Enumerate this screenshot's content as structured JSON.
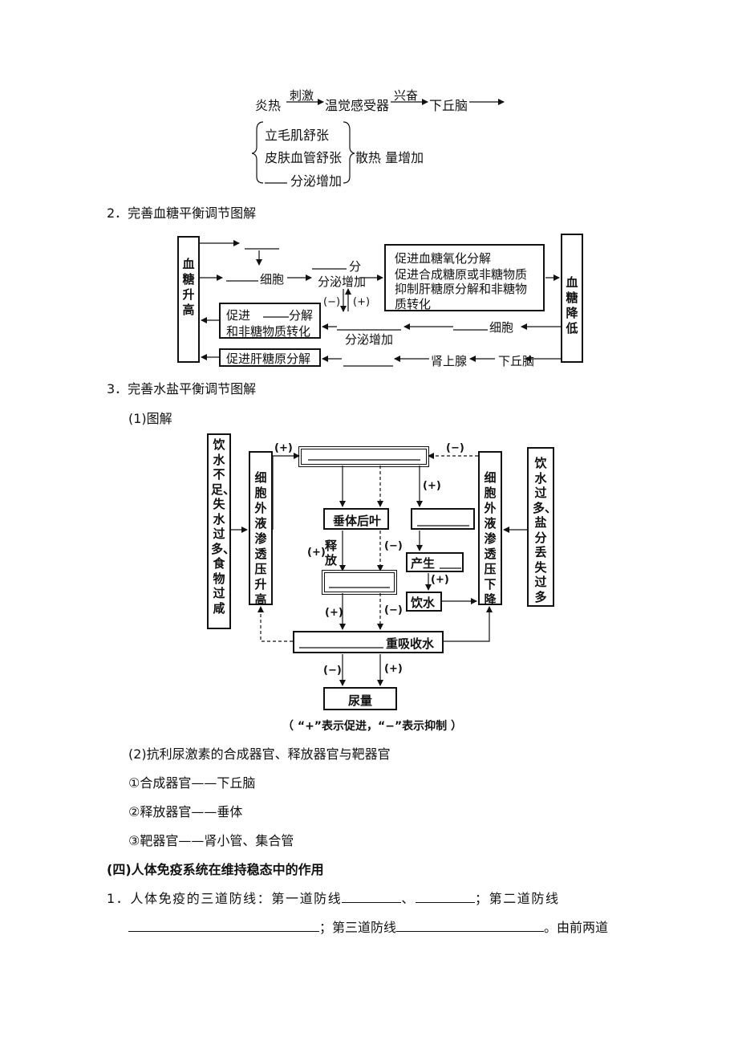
{
  "heat": {
    "start": "炎热",
    "arrow1": "刺激",
    "receptor": "温觉感受器",
    "arrow2": "兴奋",
    "center": "下丘脑",
    "items": [
      "立毛肌舒张",
      "皮肤血管舒张",
      "分泌增加"
    ],
    "result": "散热 量增加"
  },
  "sec2": {
    "title": "2．完善血糖平衡调节图解",
    "left": "血糖升高",
    "right": "血糖降低",
    "cell": "细胞",
    "secretion": "分泌增加",
    "fen": "分",
    "effects": [
      "促进血糖氧化分解",
      "促进合成糖原或非糖物质",
      "抑制肝糖原分解和非糖物",
      "质转化"
    ],
    "minus": "(−)",
    "plus": "(+)",
    "promote_a": "促进",
    "promote_b": "分解",
    "promote_c": "和非糖物质转化",
    "secretion2": "分泌增加",
    "cell2": "细胞",
    "liver": "促进肝糖原分解",
    "adrenal": "肾上腺",
    "hypo": "下丘脑"
  },
  "sec3": {
    "title": "3．完善水盐平衡调节图解",
    "sub1": "(1)图解",
    "left_cause": "饮水不足、失水过多、食物过咸",
    "left_box": "细胞外液渗透压升高",
    "right_box": "细胞外液渗透压下降",
    "right_cause": "饮水过多、盐分丢失过多",
    "pituitary": "垂体后叶",
    "release": "释放",
    "produce": "产生",
    "drink": "饮水",
    "reabsorb": "重吸收水",
    "urine": "尿量",
    "plus": "(+)",
    "minus": "(−)",
    "legend": "（ “+”表示促进，“−”表示抑制 ）",
    "sub2": "(2)抗利尿激素的合成器官、释放器官与靶器官",
    "list": [
      "①合成器官——下丘脑",
      "②释放器官——垂体",
      "③靶器官——肾小管、集合管"
    ]
  },
  "sec4": {
    "heading": "(四)人体免疫系统在维持稳态中的作用",
    "p1a": "1．人体免疫的三道防线：第一道防线",
    "p1b": "、",
    "p1c": "；第二道防线",
    "p2a": "；第三道防线",
    "p2b": "。由前两道"
  }
}
